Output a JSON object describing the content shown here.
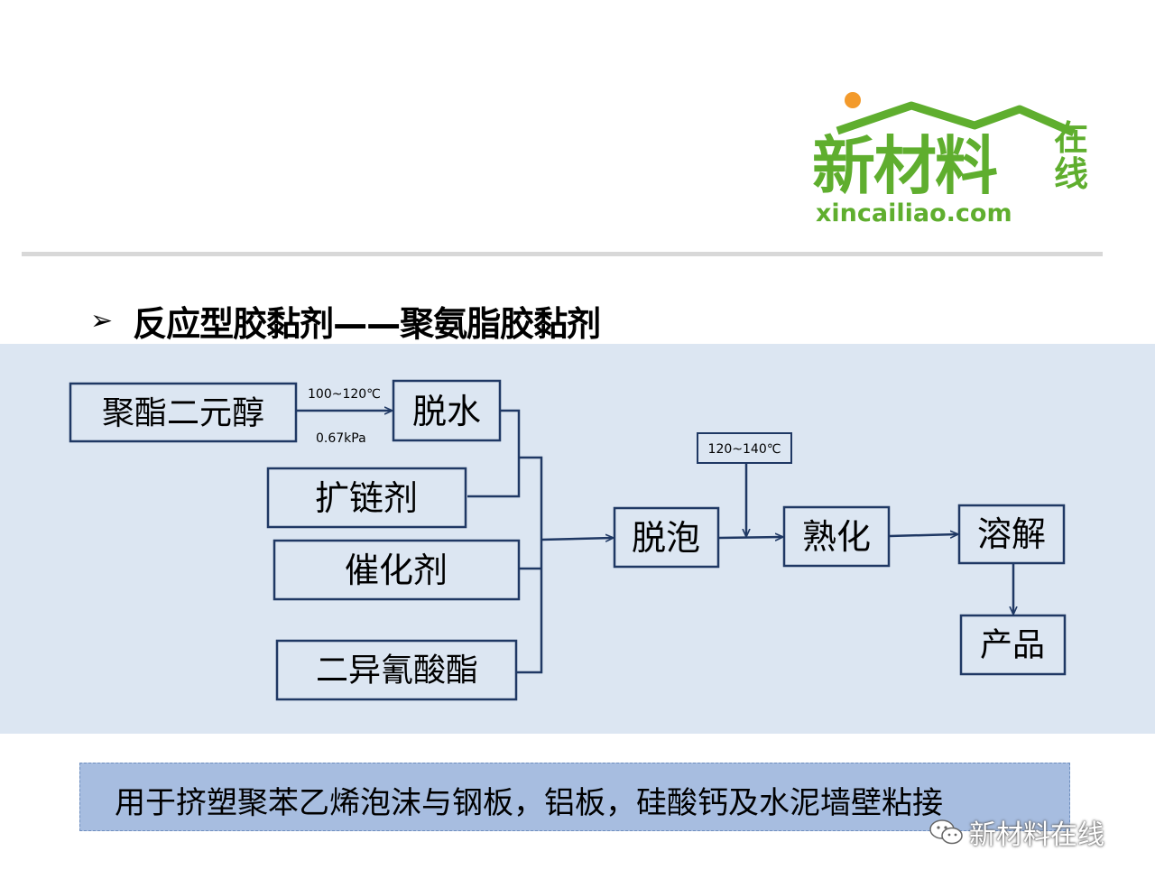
{
  "logo": {
    "name": "新材料",
    "side": "在线",
    "url": "xincailiao.com",
    "color": "#5fae2e",
    "sun_color": "#f39a2b"
  },
  "title": {
    "bullet": "➢",
    "text": "反应型胶黏剂——聚氨脂胶黏剂"
  },
  "diagram": {
    "boxes": {
      "polyester_diol": "聚酯二元醇",
      "dehydration": "脱水",
      "chain_extender": "扩链剂",
      "catalyst": "催化剂",
      "diisocyanate": "二异氰酸酯",
      "degassing": "脱泡",
      "curing": "熟化",
      "dissolving": "溶解",
      "product": "产品"
    },
    "conditions": {
      "temp1": "100~120℃",
      "pressure": "0.67kPa",
      "temp2": "120~140℃"
    },
    "line_color": "#1f3864"
  },
  "note": {
    "text": "用于挤塑聚苯乙烯泡沫与钢板，铝板，硅酸钙及水泥墙壁粘接"
  },
  "watermark": {
    "text": "新材料在线"
  }
}
